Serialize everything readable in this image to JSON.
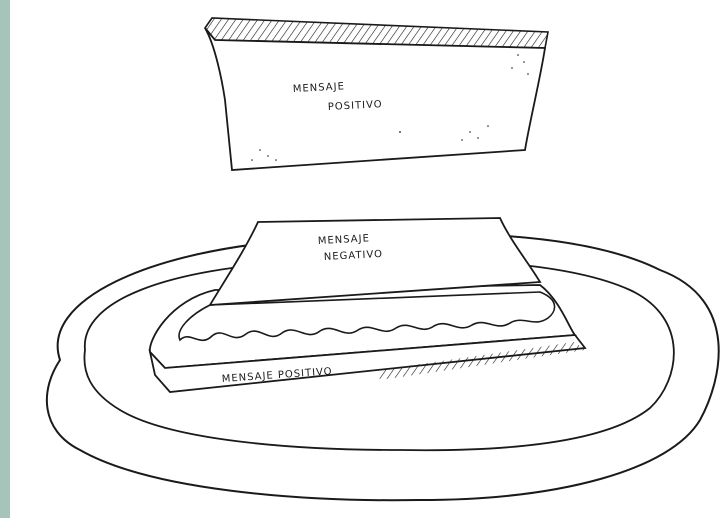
{
  "top_bread": {
    "line1": "MENSAJE",
    "line2": "POSITIVO"
  },
  "cheese_slice": {
    "line1": "MENSAJE",
    "line2": "NEGATIVO"
  },
  "bottom_bread": {
    "crust_text": "MENSAJE   POSITIVO"
  },
  "colors": {
    "ink": "#1a1a1a",
    "left_border": "#a7c4bb",
    "paper": "#ffffff"
  }
}
